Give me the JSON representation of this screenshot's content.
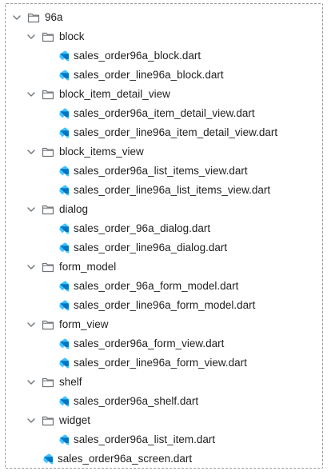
{
  "tree": {
    "root": {
      "label": "96a",
      "expanded": true
    },
    "folders": [
      {
        "label": "block",
        "expanded": true,
        "files": [
          "sales_order96a_block.dart",
          "sales_order_line96a_block.dart"
        ]
      },
      {
        "label": "block_item_detail_view",
        "expanded": true,
        "files": [
          "sales_order96a_item_detail_view.dart",
          "sales_order_line96a_item_detail_view.dart"
        ]
      },
      {
        "label": "block_items_view",
        "expanded": true,
        "files": [
          "sales_order96a_list_items_view.dart",
          "sales_order_line96a_list_items_view.dart"
        ]
      },
      {
        "label": "dialog",
        "expanded": true,
        "files": [
          "sales_order_96a_dialog.dart",
          "sales_order_line96a_dialog.dart"
        ]
      },
      {
        "label": "form_model",
        "expanded": true,
        "files": [
          "sales_order_96a_form_model.dart",
          "sales_order_line96a_form_model.dart"
        ]
      },
      {
        "label": "form_view",
        "expanded": true,
        "files": [
          "sales_order96a_form_view.dart",
          "sales_order_line96a_form_view.dart"
        ]
      },
      {
        "label": "shelf",
        "expanded": true,
        "files": [
          "sales_order96a_shelf.dart"
        ]
      },
      {
        "label": "widget",
        "expanded": true,
        "files": [
          "sales_order96a_list_item.dart"
        ]
      }
    ],
    "root_files": [
      "sales_order96a_screen.dart"
    ]
  },
  "colors": {
    "text": "#1f1f1f",
    "folder_stroke": "#6f737a",
    "chevron": "#6f737a",
    "dart_light": "#40c4ff",
    "dart_dark": "#0175c2",
    "frame_border": "#9a9a9a"
  },
  "icons": {
    "folder": "folder-icon",
    "chevron": "chevron-down-icon",
    "file": "dart-file-icon"
  }
}
